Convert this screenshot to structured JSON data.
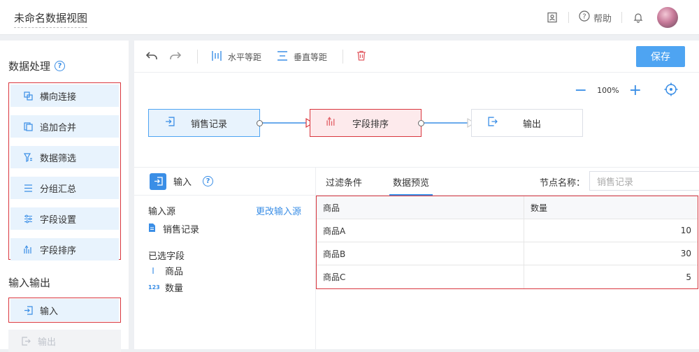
{
  "header": {
    "title": "未命名数据视图",
    "help_label": "帮助"
  },
  "sidebar": {
    "section1_title": "数据处理",
    "tools": [
      {
        "label": "横向连接",
        "icon": "join-icon"
      },
      {
        "label": "追加合并",
        "icon": "append-icon"
      },
      {
        "label": "数据筛选",
        "icon": "filter-icon"
      },
      {
        "label": "分组汇总",
        "icon": "group-icon"
      },
      {
        "label": "字段设置",
        "icon": "settings-icon"
      },
      {
        "label": "字段排序",
        "icon": "sort-icon"
      }
    ],
    "section2_title": "输入输出",
    "io": [
      {
        "label": "输入",
        "icon": "input-icon",
        "enabled": true
      },
      {
        "label": "输出",
        "icon": "output-icon",
        "enabled": false
      }
    ]
  },
  "toolbar": {
    "h_space_label": "水平等距",
    "v_space_label": "垂直等距",
    "save_label": "保存"
  },
  "canvas": {
    "zoom": "100%",
    "nodes": [
      {
        "label": "销售记录"
      },
      {
        "label": "字段排序"
      },
      {
        "label": "输出"
      }
    ]
  },
  "panel": {
    "title": "输入",
    "source_label": "输入源",
    "change_source": "更改输入源",
    "source_name": "销售记录",
    "fields_label": "已选字段",
    "fields": [
      {
        "type_icon": "I",
        "name": "商品"
      },
      {
        "type_icon": "123",
        "name": "数量"
      }
    ]
  },
  "tabs": {
    "filter": "过滤条件",
    "preview": "数据预览",
    "node_name_label": "节点名称：",
    "node_name_value": "销售记录"
  },
  "table": {
    "headers": [
      "商品",
      "数量"
    ],
    "rows": [
      [
        "商品A",
        "10"
      ],
      [
        "商品B",
        "30"
      ],
      [
        "商品C",
        "5"
      ]
    ]
  }
}
